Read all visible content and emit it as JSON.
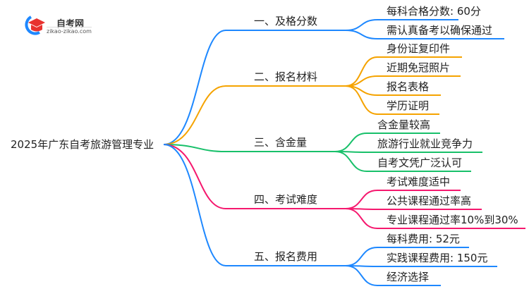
{
  "logo": {
    "title": "自考网",
    "url": "zikao-zikao.com"
  },
  "root": "2025年广东自考旅游管理专业",
  "colors": [
    "#1e88ff",
    "#f5a300",
    "#18c06a",
    "#f5186e",
    "#1e88ff"
  ],
  "branches": [
    {
      "label": "一、及格分数",
      "leaves": [
        "每科合格分数: 60分",
        "需认真备考以确保通过"
      ]
    },
    {
      "label": "二、报名材料",
      "leaves": [
        "身份证复印件",
        "近期免冠照片",
        "报名表格",
        "学历证明"
      ]
    },
    {
      "label": "三、含金量",
      "leaves": [
        "含金量较高",
        "旅游行业就业竞争力",
        "自考文凭广泛认可"
      ]
    },
    {
      "label": "四、考试难度",
      "leaves": [
        "考试难度适中",
        "公共课程通过率高",
        "专业课程通过率10%到30%"
      ]
    },
    {
      "label": "五、报名费用",
      "leaves": [
        "每科费用: 52元",
        "实践课程费用: 150元",
        "经济选择"
      ]
    }
  ]
}
